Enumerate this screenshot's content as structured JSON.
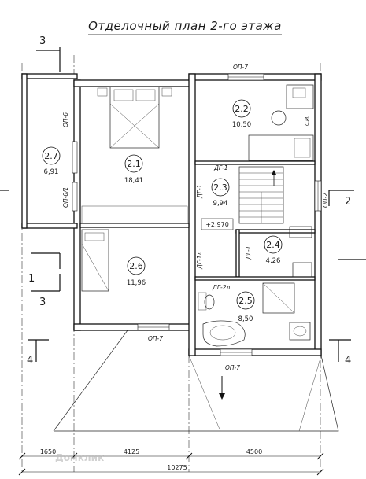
{
  "title": "Отделочный план 2-го этажа",
  "rooms": [
    {
      "id": "2.1",
      "area": "18,41"
    },
    {
      "id": "2.2",
      "area": "10,50"
    },
    {
      "id": "2.3",
      "area": "9,94"
    },
    {
      "id": "2.4",
      "area": "4,26"
    },
    {
      "id": "2.5",
      "area": "8,50"
    },
    {
      "id": "2.6",
      "area": "11,96"
    },
    {
      "id": "2.7",
      "area": "6,91"
    }
  ],
  "openings": {
    "op7_top": "ОП-7",
    "op7_mid": "ОП-7",
    "op7_bottom": "ОП-7",
    "op6": "ОП-6",
    "op6_1": "ОП-6/1",
    "op2": "ОП-2",
    "dg1_a": "ДГ-1",
    "dg1_b": "ДГ-1",
    "dg1_c": "ДГ-1",
    "dg1l": "ДГ-1л",
    "dg2l": "ДГ-2л"
  },
  "level": "+2,970",
  "wc_mark": "С.М.",
  "sections": {
    "s3_top": "3",
    "s3_bottom": "3",
    "s1": "1",
    "s2": "2",
    "s4_left": "4",
    "s4_right": "4"
  },
  "dimensions": {
    "d1": "1650",
    "d2": "4125",
    "d3": "4500",
    "total": "10275"
  },
  "watermark": "Домклик"
}
